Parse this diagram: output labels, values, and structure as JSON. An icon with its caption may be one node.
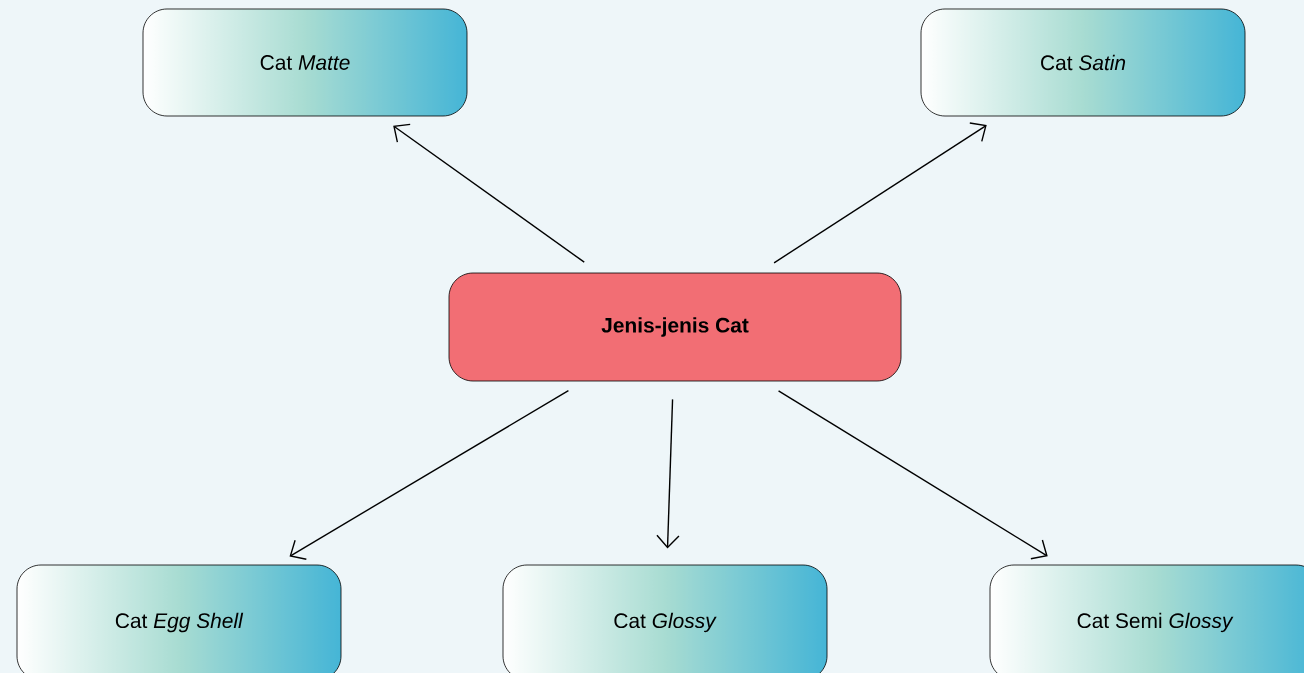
{
  "diagram": {
    "nodes": [
      {
        "text": [
          "Cat *Matte*"
        ]
      },
      {
        "text": [
          "Cat *Satin*"
        ]
      },
      {
        "text": [
          "Jenis-jenis Cat"
        ]
      },
      {
        "text": [
          "Cat *Egg Shell*"
        ]
      },
      {
        "text": [
          "Cat *Glossy*"
        ]
      },
      {
        "text": [
          "Cat Semi *Glossy*"
        ]
      }
    ],
    "edges": [
      {
        "from": 2,
        "to": 0,
        "arrow": "to"
      },
      {
        "from": 2,
        "to": 1,
        "arrow": "to"
      },
      {
        "from": 2,
        "to": 3,
        "arrow": "to"
      },
      {
        "from": 2,
        "to": 4,
        "arrow": "to"
      },
      {
        "from": 2,
        "to": 5,
        "arrow": "to"
      }
    ]
  }
}
